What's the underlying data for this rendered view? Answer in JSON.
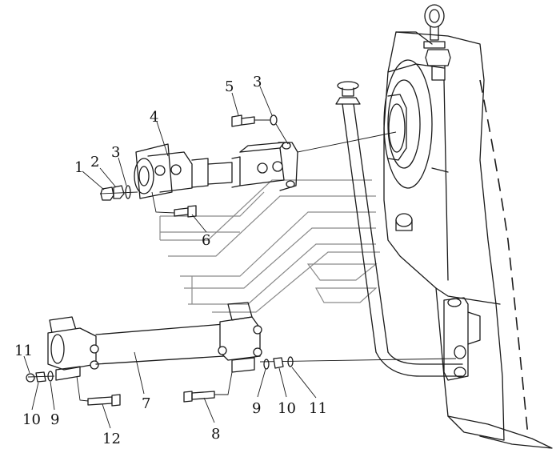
{
  "callouts": [
    {
      "id": "c1",
      "text": "1"
    },
    {
      "id": "c2",
      "text": "2"
    },
    {
      "id": "c3a",
      "text": "3"
    },
    {
      "id": "c3b",
      "text": "3"
    },
    {
      "id": "c4",
      "text": "4"
    },
    {
      "id": "c5",
      "text": "5"
    },
    {
      "id": "c6",
      "text": "6"
    },
    {
      "id": "c7",
      "text": "7"
    },
    {
      "id": "c8",
      "text": "8"
    },
    {
      "id": "c9a",
      "text": "9"
    },
    {
      "id": "c9b",
      "text": "9"
    },
    {
      "id": "c10a",
      "text": "10"
    },
    {
      "id": "c10b",
      "text": "10"
    },
    {
      "id": "c11a",
      "text": "11"
    },
    {
      "id": "c11b",
      "text": "11"
    },
    {
      "id": "c12",
      "text": "12"
    }
  ],
  "colors": {
    "line": "#1a1a1a",
    "watermark": "#8a8a8a",
    "background": "#ffffff"
  }
}
